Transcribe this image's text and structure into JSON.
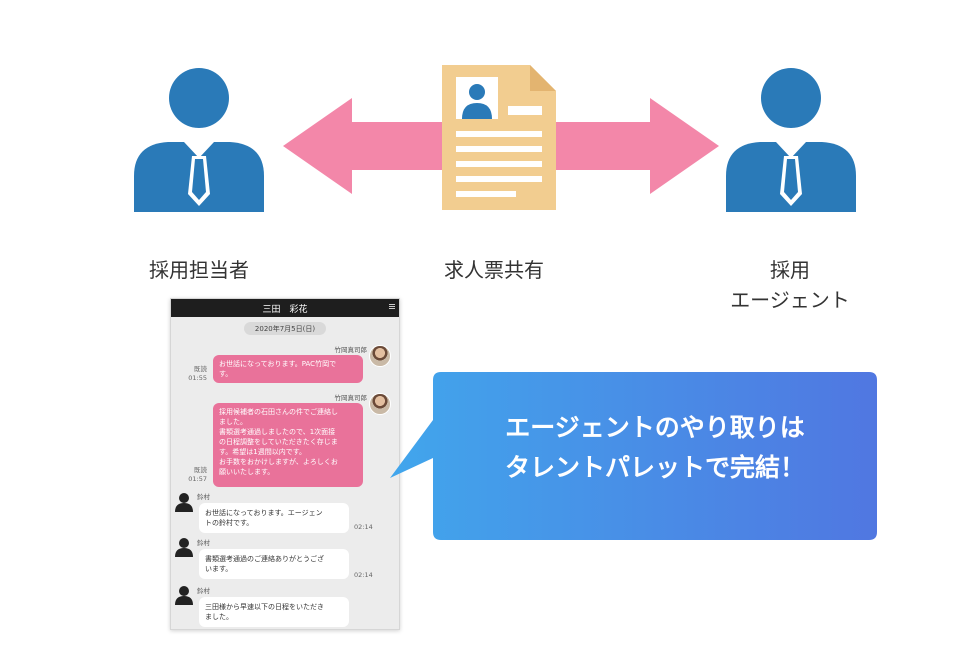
{
  "roles": {
    "left": "採用担当者",
    "center": "求人票共有",
    "right_line1": "採用",
    "right_line2": "エージェント"
  },
  "colors": {
    "person": "#2a7ab8",
    "arrow": "#f387a9",
    "document": "#f2cd90",
    "bubble_out": "#e9729a",
    "callout_start": "#41a6ec",
    "callout_end": "#5077e1"
  },
  "chat": {
    "header_name": "三田　彩花",
    "date": "2020年7月5日(日)",
    "messages": [
      {
        "sender": "竹岡真司郎",
        "read": "既読",
        "time": "01:55",
        "text": [
          "お世話になっております。PAC竹岡で",
          "す。"
        ]
      },
      {
        "sender": "竹岡真司郎",
        "read": "既読",
        "time": "01:57",
        "text": [
          "採用候補者の石田さんの件でご連絡し",
          "ました。",
          "書類選考通過しましたので、1次面接",
          "の日程調整をしていただきたく存じま",
          "す。希望は1週間以内です。",
          "お手数をおかけしますが、よろしくお",
          "願いいたします。"
        ]
      },
      {
        "sender": "鈴村",
        "time": "02:14",
        "text": [
          "お世話になっております。エージェン",
          "トの鈴村です。"
        ]
      },
      {
        "sender": "鈴村",
        "time": "02:14",
        "text": [
          "書類選考通過のご連絡ありがとうござ",
          "います。"
        ]
      },
      {
        "sender": "鈴村",
        "time": "",
        "text": [
          "三田様から早速以下の日程をいただき",
          "ました。"
        ]
      }
    ]
  },
  "callout": {
    "line1": "エージェントのやり取りは",
    "line2": "タレントパレットで完結！"
  }
}
